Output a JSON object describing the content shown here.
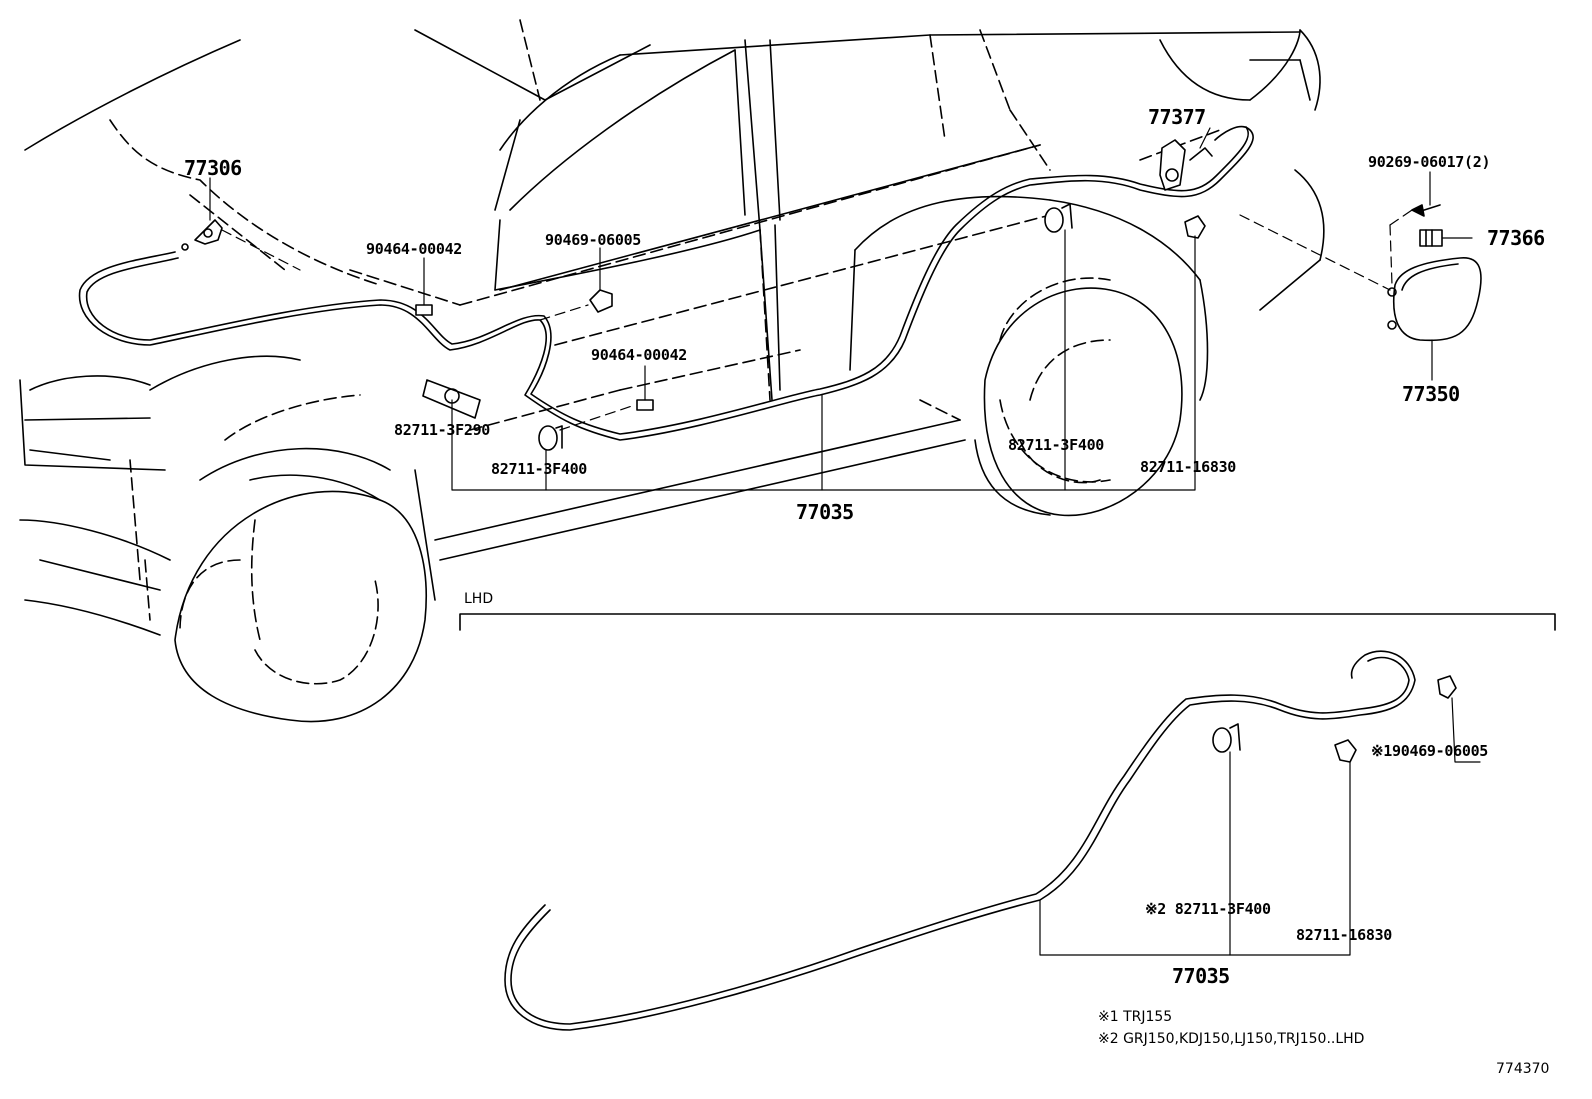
{
  "diagram_id": "774370",
  "section_label": "LHD",
  "labels": {
    "hood_latch_handle": "77306",
    "fuel_lid_lock": "77377",
    "fuel_lid_screw": "90269-06017(2)",
    "fuel_lid_hinge": "77366",
    "fuel_lid": "77350",
    "clip_upper": "90464-00042",
    "clamp_upper": "90469-06005",
    "clip_mid": "90464-00042",
    "clamp_front": "82711-3F290",
    "clamp_mid": "82711-3F400",
    "clamp_rear": "82711-3F400",
    "clamp_fuel": "82711-16830",
    "cable_main": "77035",
    "lhd_clamp_marked": "※190469-06005",
    "lhd_clamp_rear": "※2 82711-3F400",
    "lhd_clamp_fuel": "82711-16830",
    "lhd_cable": "77035"
  },
  "notes": [
    "※1 TRJ155",
    "※2 GRJ150,KDJ150,LJ150,TRJ150..LHD"
  ]
}
